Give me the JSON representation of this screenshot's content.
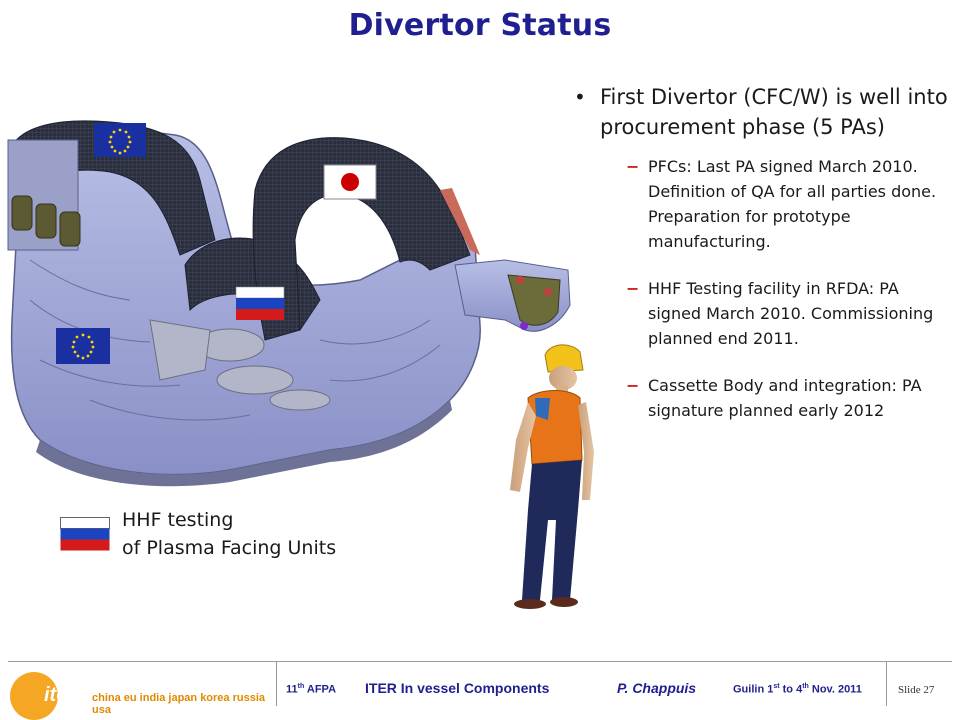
{
  "title": "Divertor Status",
  "bullets": {
    "main": "First Divertor (CFC/W) is well into procurement phase (5 PAs)",
    "subs": [
      "PFCs:  Last PA signed March 2010. Definition of QA for all parties done. Preparation for prototype manufacturing.",
      "HHF Testing facility in RFDA: PA signed March 2010. Commissioning planned end 2011.",
      "Cassette Body and integration: PA signature planned early 2012"
    ]
  },
  "legend": {
    "line1": "HHF testing",
    "line2": "of Plasma Facing Units"
  },
  "footer": {
    "logo_text": "iter",
    "members": "china eu india japan korea russia usa",
    "conf_prefix": "11",
    "conf_sup": "th",
    "conf_name": " AFPA",
    "talk": "ITER  In vessel Components",
    "author": "P. Chappuis",
    "place": "Guilin 1",
    "place_sup1": "st",
    "place_mid": " to 4",
    "place_sup2": "th",
    "place_end": " Nov. 2011",
    "slide": "Slide 27"
  },
  "colors": {
    "title": "#1f1f8f",
    "eu_blue": "#1a2fa0",
    "eu_star": "#ffd700",
    "japan_red": "#cc0000",
    "russia_blue": "#1b45c0",
    "russia_red": "#d41a1a",
    "logo_orange": "#f5a623"
  },
  "icons": [
    "eu-flag-icon",
    "japan-flag-icon",
    "russia-flag-icon",
    "worker-figure",
    "divertor-cassette"
  ]
}
